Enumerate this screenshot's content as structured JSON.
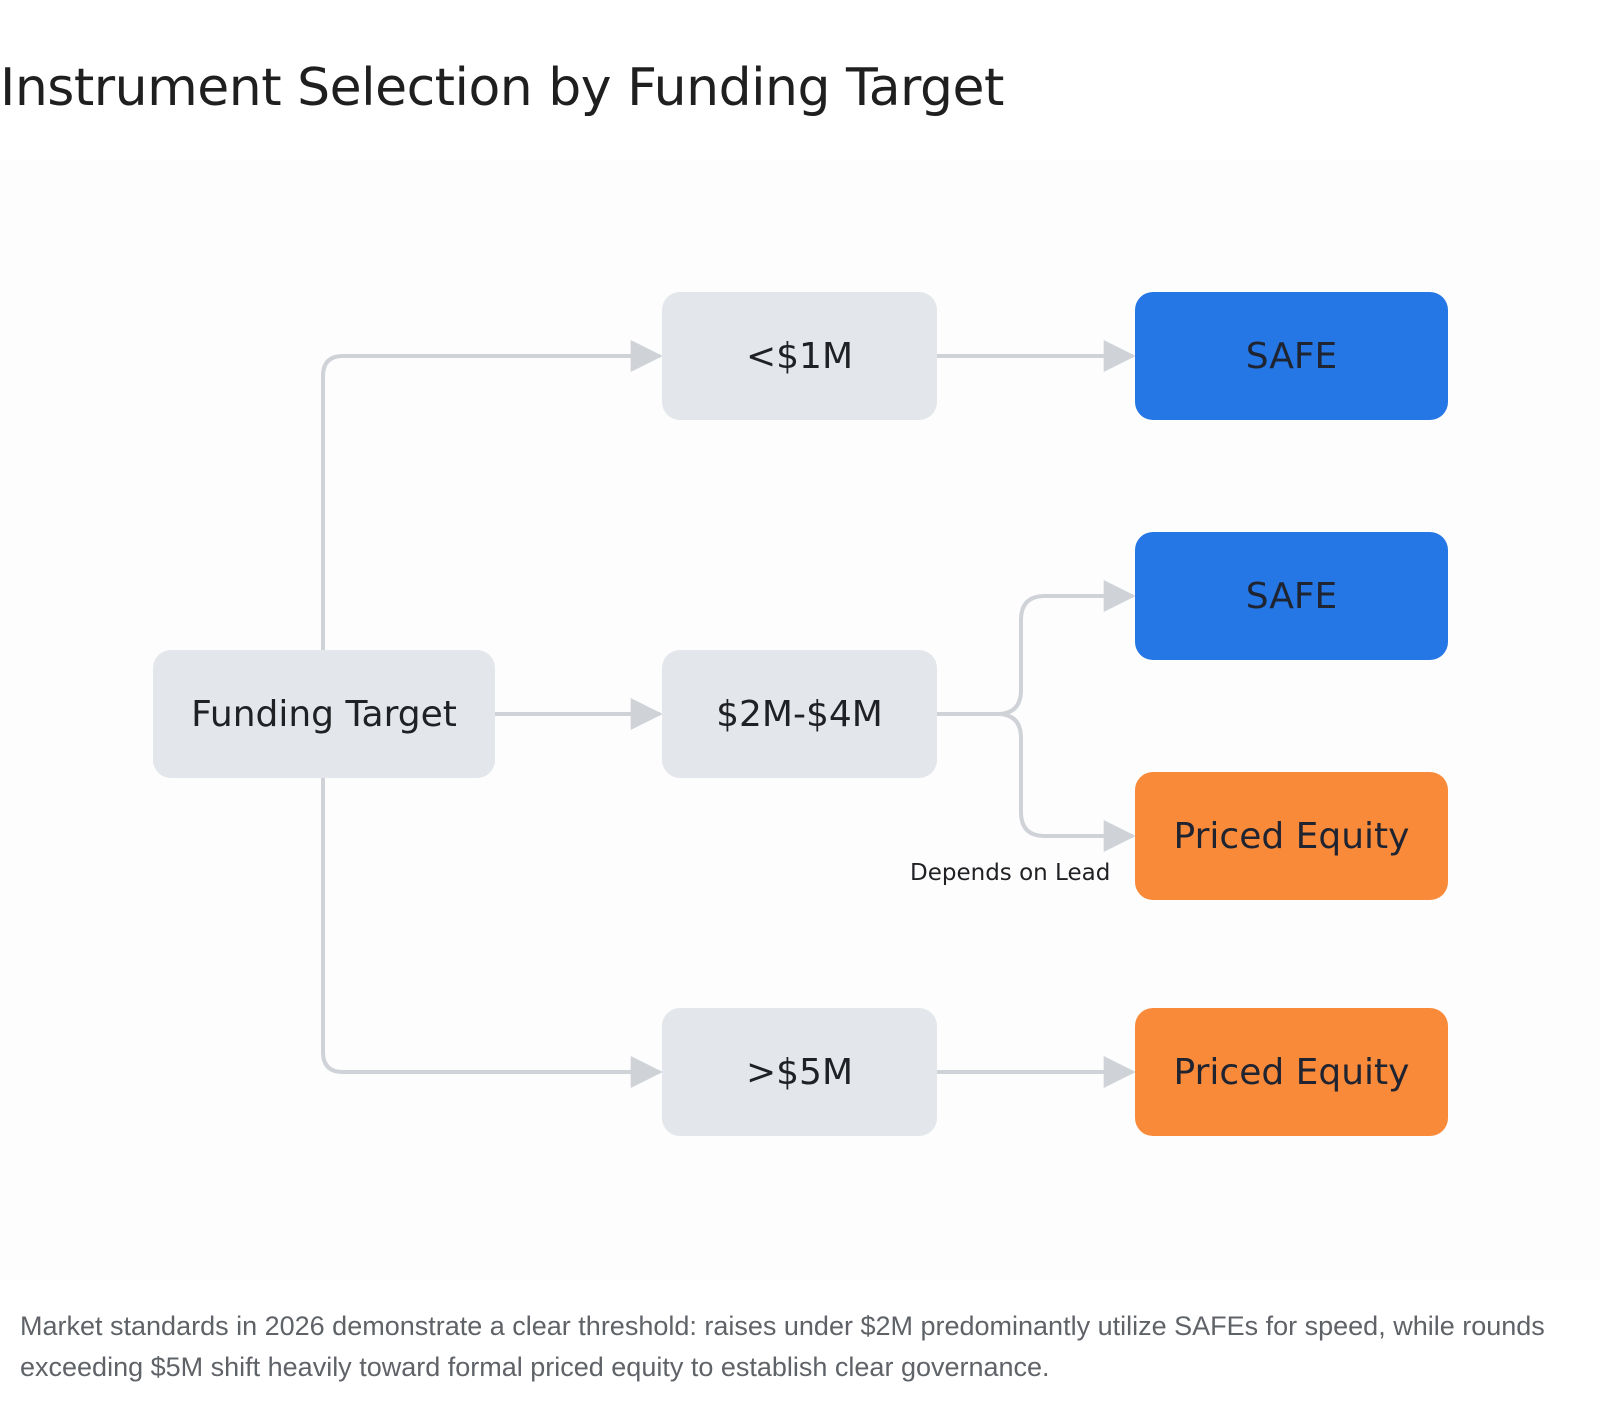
{
  "title": "Instrument Selection by Funding Target",
  "diagram": {
    "nodes": {
      "root": "Funding Target",
      "tier_small": "<$1M",
      "tier_mid": "$2M-$4M",
      "tier_large": ">$5M",
      "out_small": "SAFE",
      "out_mid_safe": "SAFE",
      "out_mid_equity": "Priced Equity",
      "out_large": "Priced Equity"
    },
    "edge_labels": {
      "mid_to_equity": "Depends on Lead"
    },
    "colors": {
      "neutral_node": "#e3e6ea",
      "safe_node": "#2477e4",
      "equity_node": "#f98a3a",
      "connector": "#cfd3d8"
    }
  },
  "caption": "Market standards in 2026 demonstrate a clear threshold: raises under $2M predominantly utilize SAFEs for speed, while rounds exceeding $5M shift heavily toward formal priced equity to establish clear governance."
}
